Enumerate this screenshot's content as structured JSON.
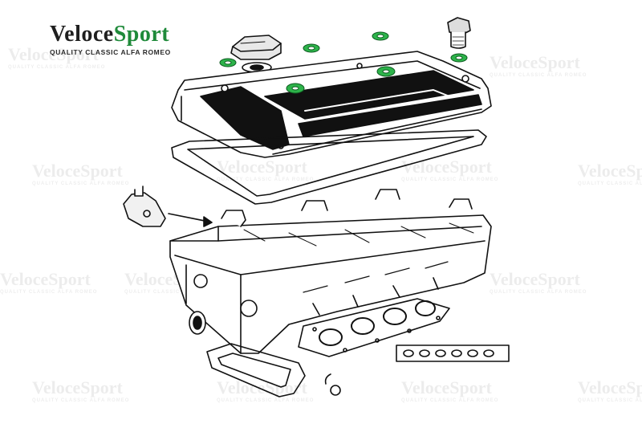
{
  "brand": {
    "name_part1": "Veloce",
    "name_part2": "Sport",
    "tagline": "Quality Classic Alfa Romeo",
    "accent_color": "#1f8a3a",
    "text_color": "#1f1f1f"
  },
  "watermark": {
    "text": "VeloceSport",
    "tagline": "Quality Classic Alfa Romeo"
  },
  "diagram": {
    "highlight_color": "#2db34a",
    "line_color": "#111111",
    "parts": [
      "oil-filler-cap",
      "cover-bolt",
      "cam-cover",
      "cam-cover-gasket",
      "cylinder-head",
      "head-gasket",
      "thermostat-housing",
      "core-plug",
      "manifold-gasket",
      "spark-plug-seals",
      "washer-seals"
    ]
  }
}
